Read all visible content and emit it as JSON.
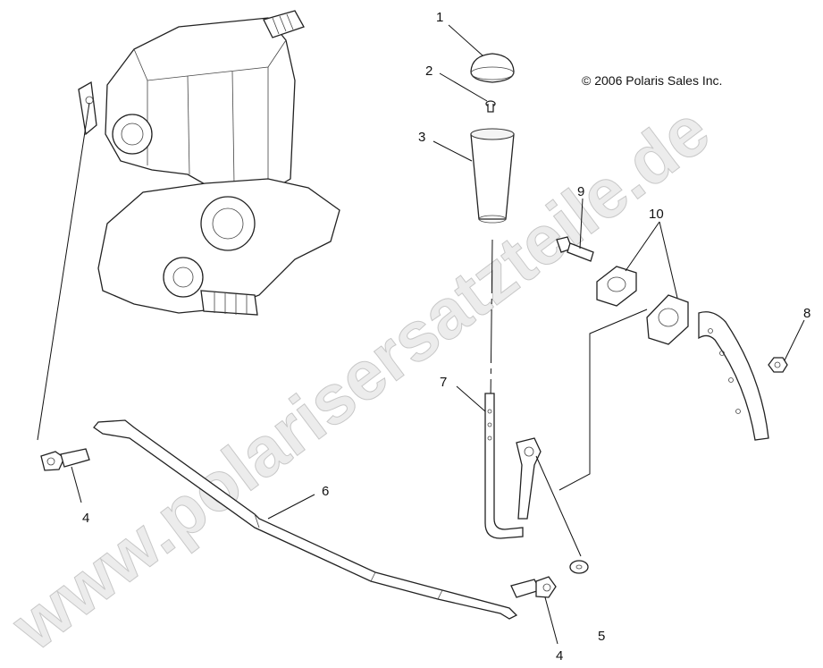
{
  "copyright": "© 2006 Polaris Sales Inc.",
  "watermark": "www.polarisersatzteile.de",
  "callouts": {
    "c1": "1",
    "c2": "2",
    "c3": "3",
    "c4a": "4",
    "c4b": "4",
    "c5": "5",
    "c6": "6",
    "c7": "7",
    "c8": "8",
    "c9": "9",
    "c10": "10"
  }
}
